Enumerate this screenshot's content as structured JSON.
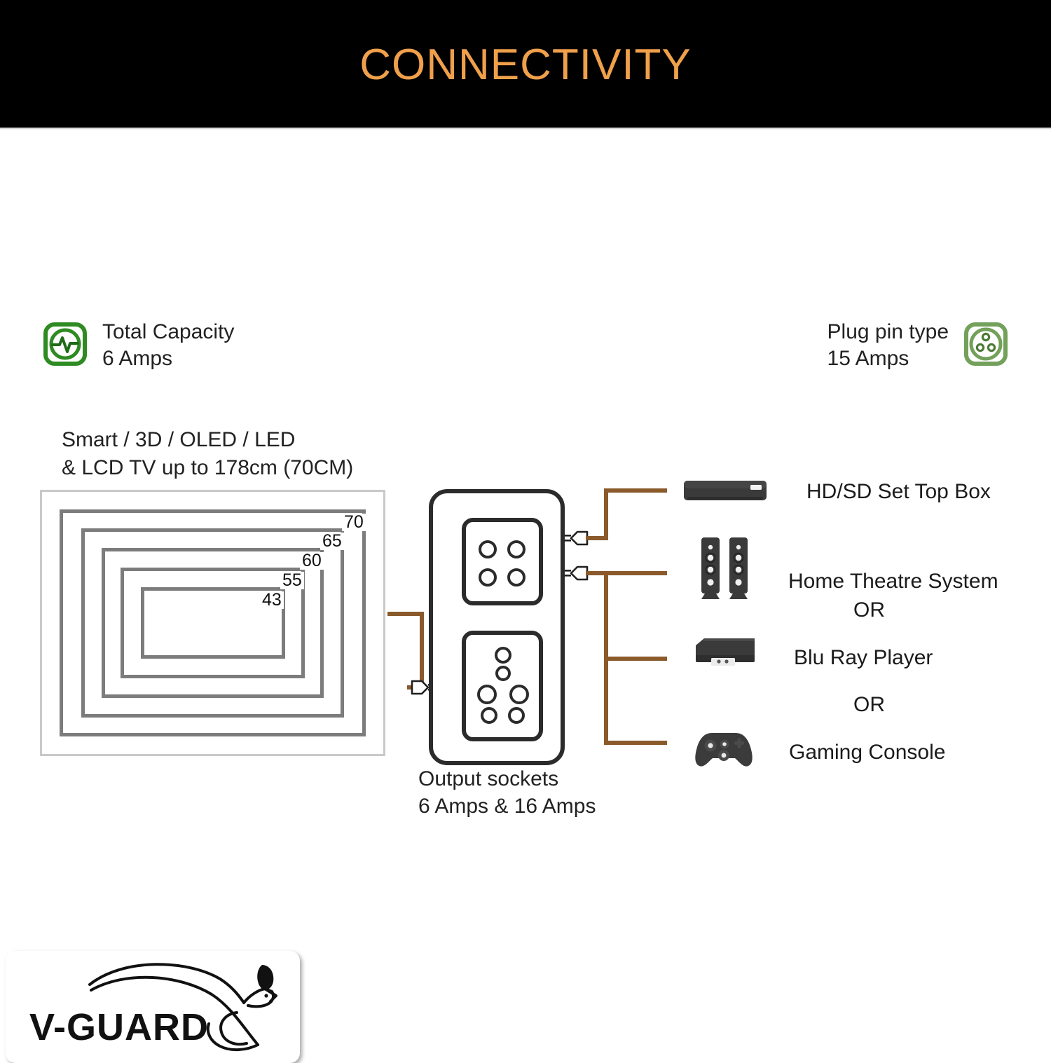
{
  "header": {
    "title": "CONNECTIVITY",
    "accent_color": "#F0A04B",
    "background_color": "#000000"
  },
  "specs": {
    "capacity": {
      "icon": "pulse-circle-icon",
      "icon_color": "#2E8B22",
      "line1": "Total Capacity",
      "line2": "6 Amps"
    },
    "plug": {
      "icon": "three-pin-socket-icon",
      "icon_color": "#73A05A",
      "line1": "Plug pin type",
      "line2": "15 Amps"
    }
  },
  "tv": {
    "caption_line1": "Smart / 3D / OLED / LED",
    "caption_line2": "& LCD TV up to 178cm (70CM)",
    "sizes": [
      "70",
      "65",
      "60",
      "55",
      "43"
    ],
    "ring_color": "#7c7c7c",
    "outer_border_color": "#c9c9c9"
  },
  "socket_panel": {
    "caption_line1": "Output sockets",
    "caption_line2": "6 Amps & 16 Amps",
    "top_socket_holes": 4,
    "bottom_socket_holes": 6,
    "outline_color": "#2b2b2b"
  },
  "wires": {
    "color": "#8a5a2b"
  },
  "devices": [
    {
      "icon": "set-top-box-icon",
      "label": "HD/SD Set Top Box"
    },
    {
      "icon": "speaker-towers-icon",
      "label": "Home Theatre System"
    },
    {
      "icon": "blu-ray-player-icon",
      "label": "Blu Ray Player"
    },
    {
      "icon": "game-controller-icon",
      "label": "Gaming Console"
    }
  ],
  "separators": {
    "or_1": "OR",
    "or_2": "OR"
  },
  "logo": {
    "wordmark": "V-GUARD",
    "mark": "kangaroo-icon"
  }
}
